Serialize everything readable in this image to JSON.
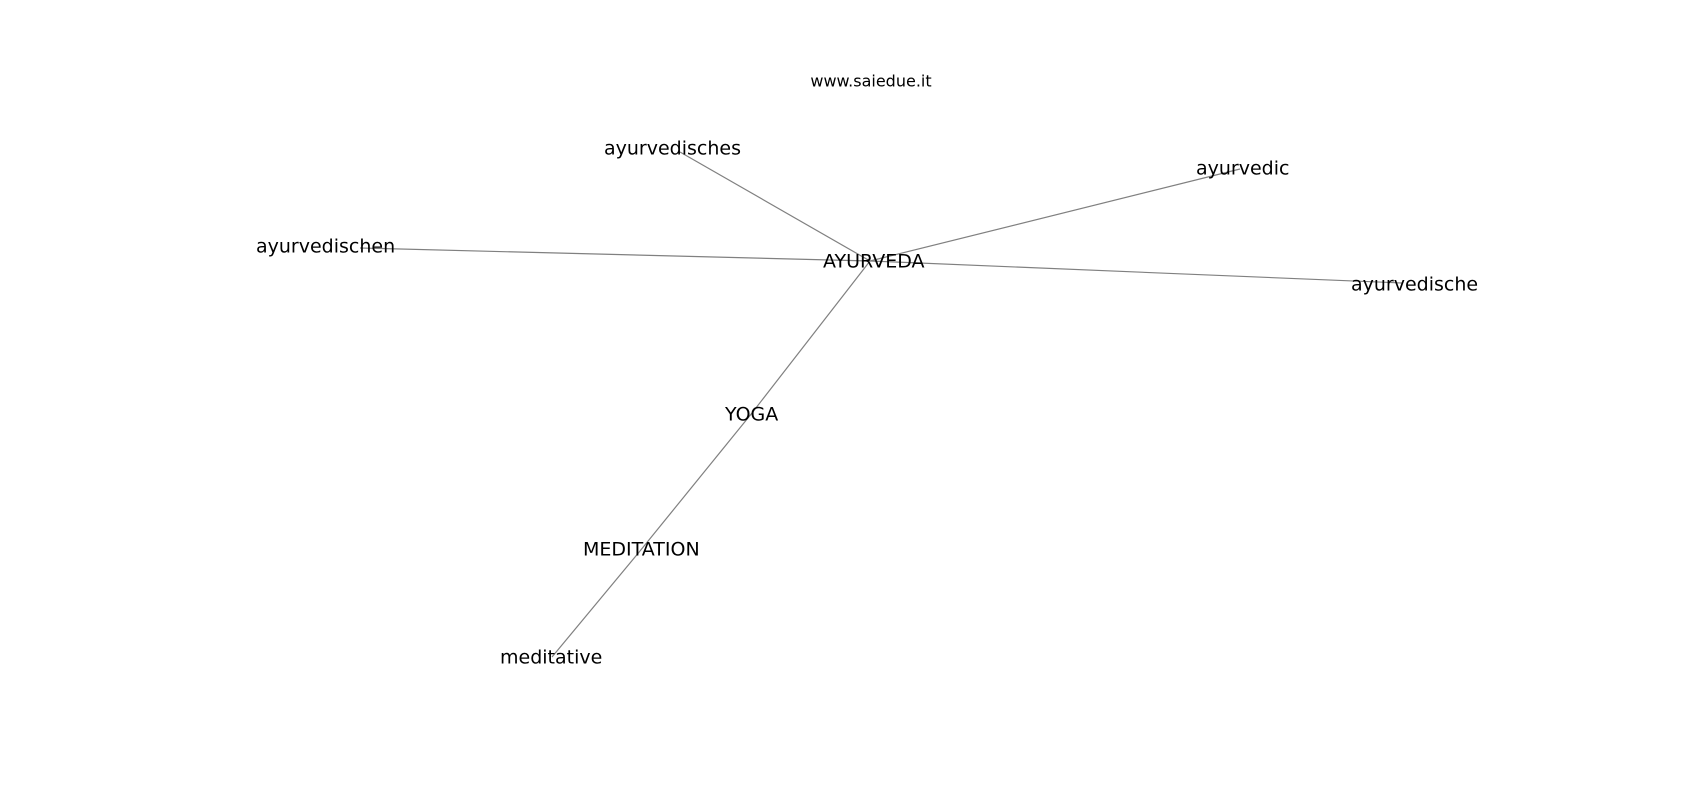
{
  "watermark": "www.saiedue.it",
  "graph": {
    "nodes": [
      {
        "id": "AYURVEDA",
        "label": "AYURVEDA"
      },
      {
        "id": "ayurvedisches",
        "label": "ayurvedisches"
      },
      {
        "id": "ayurvedic",
        "label": "ayurvedic"
      },
      {
        "id": "ayurvedischen",
        "label": "ayurvedischen"
      },
      {
        "id": "ayurvedische",
        "label": "ayurvedische"
      },
      {
        "id": "YOGA",
        "label": "YOGA"
      },
      {
        "id": "MEDITATION",
        "label": "MEDITATION"
      },
      {
        "id": "meditative",
        "label": "meditative"
      }
    ],
    "edges": [
      {
        "source": "AYURVEDA",
        "target": "ayurvedisches"
      },
      {
        "source": "AYURVEDA",
        "target": "ayurvedic"
      },
      {
        "source": "AYURVEDA",
        "target": "ayurvedischen"
      },
      {
        "source": "AYURVEDA",
        "target": "ayurvedische"
      },
      {
        "source": "AYURVEDA",
        "target": "YOGA"
      },
      {
        "source": "YOGA",
        "target": "MEDITATION"
      },
      {
        "source": "MEDITATION",
        "target": "meditative"
      }
    ]
  },
  "colors": {
    "edge": "#808080",
    "text": "#000000",
    "background": "#ffffff"
  }
}
